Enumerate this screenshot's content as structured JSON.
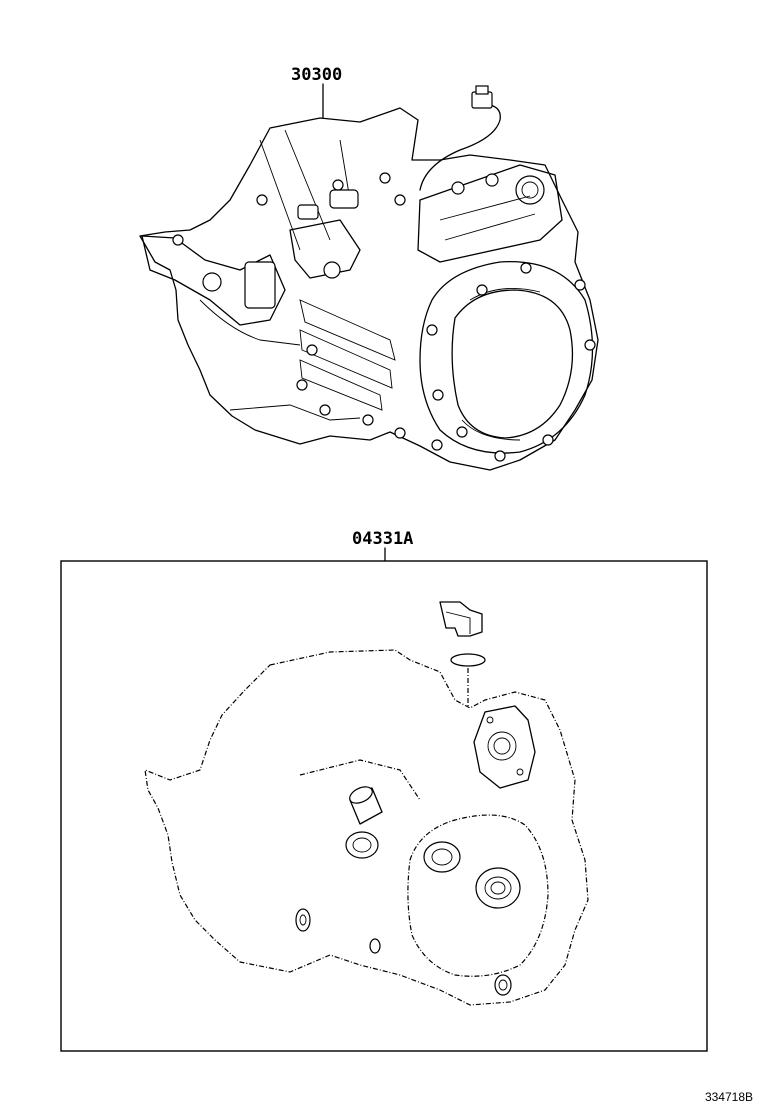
{
  "callouts": {
    "transaxle": "30300",
    "gasket_kit": "04331A"
  },
  "figure_number": "334718B"
}
